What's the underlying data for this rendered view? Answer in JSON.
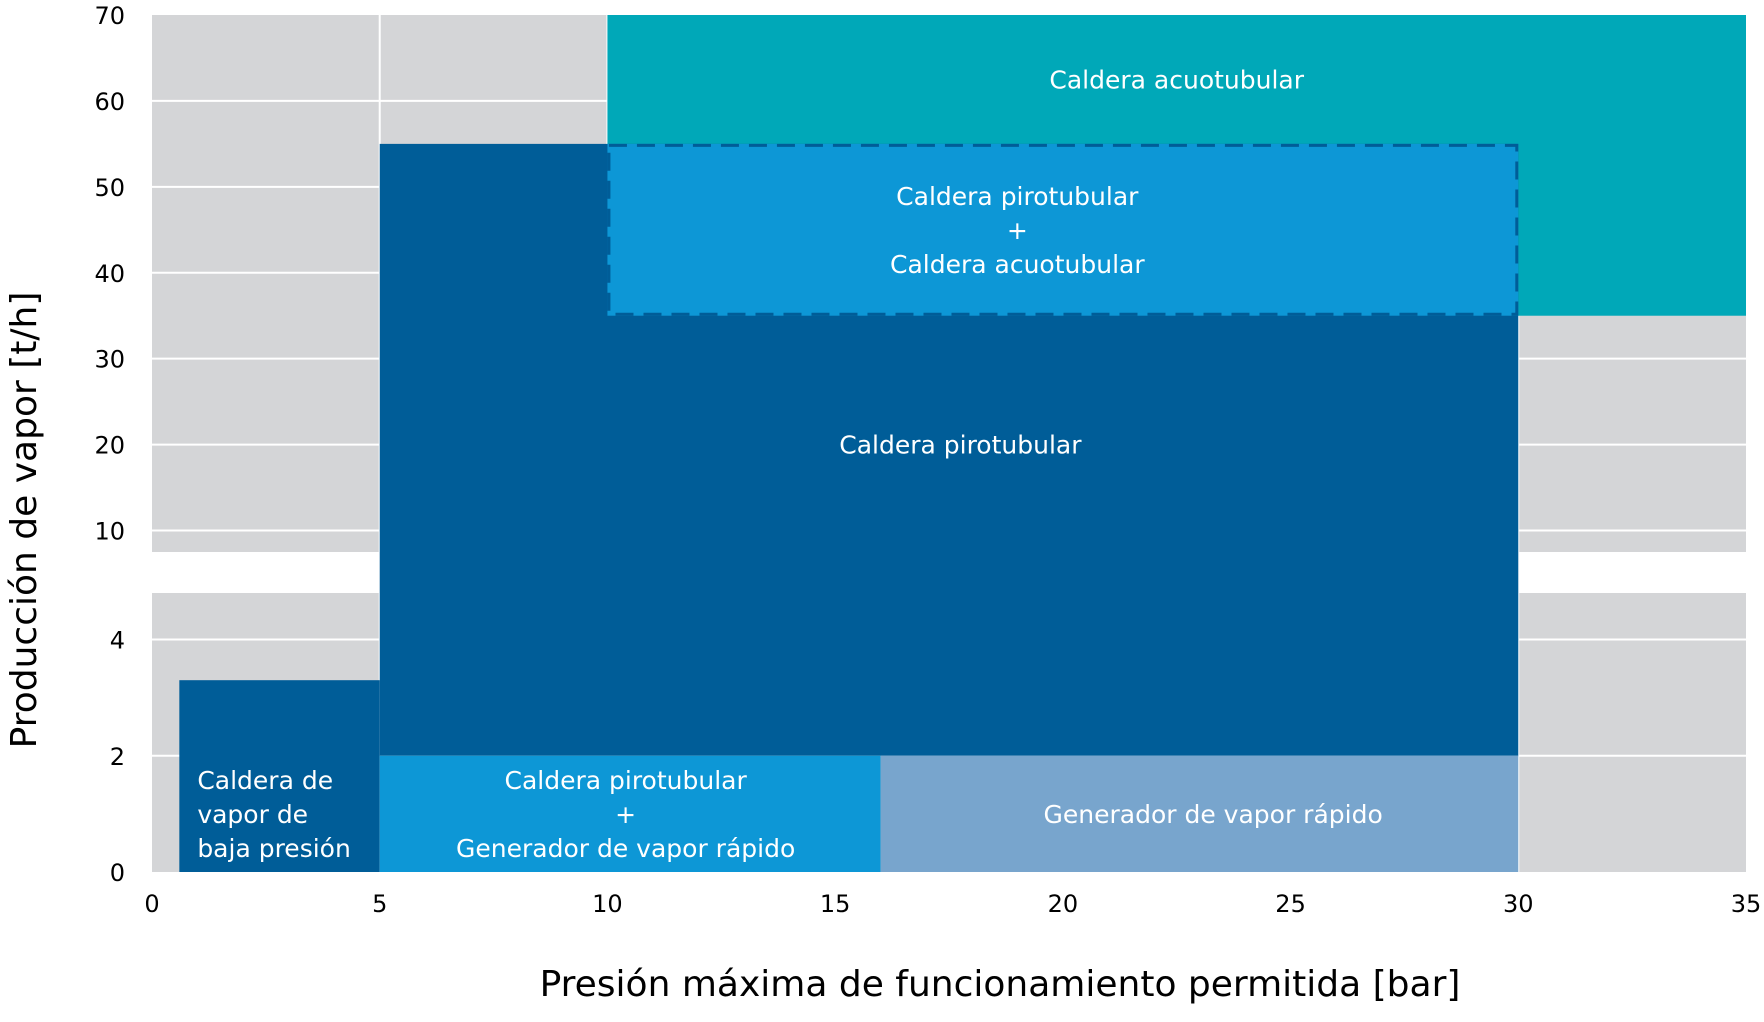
{
  "chart_data": {
    "type": "area",
    "title": "",
    "xlabel": "Presión máxima de funcionamiento permitida [bar]",
    "ylabel": "Producción de vapor [t/h]",
    "xlim": [
      0,
      35
    ],
    "y_lower_lim": [
      0,
      4.8
    ],
    "y_upper_lim": [
      7.5,
      70
    ],
    "x_ticks": [
      "0",
      "5",
      "10",
      "15",
      "20",
      "25",
      "30",
      "35"
    ],
    "y_lower_ticks": [
      "0",
      "2",
      "4"
    ],
    "y_upper_ticks": [
      "10",
      "20",
      "30",
      "40",
      "50",
      "60",
      "70"
    ],
    "grid": true,
    "axis_break": true,
    "regions": [
      {
        "name": "Caldera acuotubular",
        "x": [
          10,
          35
        ],
        "y": [
          35,
          70
        ],
        "color": "#00a8b8",
        "label_lines": [
          "Caldera acuotubular"
        ]
      },
      {
        "name": "Caldera pirotubular",
        "x": [
          5,
          30
        ],
        "y": [
          2,
          55
        ],
        "color": "#005d98",
        "label_lines": [
          "Caldera pirotubular"
        ]
      },
      {
        "name": "Caldera pirotubular + Caldera acuotubular",
        "x": [
          10,
          30
        ],
        "y": [
          35,
          55
        ],
        "color": "#0d97d6",
        "dashed": true,
        "label_lines": [
          "Caldera pirotubular",
          "+",
          "Caldera acuotubular"
        ]
      },
      {
        "name": "Caldera de vapor de baja presión",
        "x": [
          0.6,
          5
        ],
        "y": [
          0,
          3.3
        ],
        "color": "#005d98",
        "label_lines": [
          "Caldera de",
          "vapor de",
          "baja presión"
        ]
      },
      {
        "name": "Caldera pirotubular + Generador de vapor rápido",
        "x": [
          5,
          16
        ],
        "y": [
          0,
          2
        ],
        "color": "#0d97d6",
        "label_lines": [
          "Caldera pirotubular",
          "+",
          "Generador de vapor rápido"
        ]
      },
      {
        "name": "Generador de vapor rápido",
        "x": [
          16,
          30
        ],
        "y": [
          0,
          2
        ],
        "color": "#78a5cd",
        "label_lines": [
          "Generador de vapor rápido"
        ]
      }
    ],
    "colors": {
      "background": "#d4d5d7",
      "grid": "#ffffff"
    }
  }
}
